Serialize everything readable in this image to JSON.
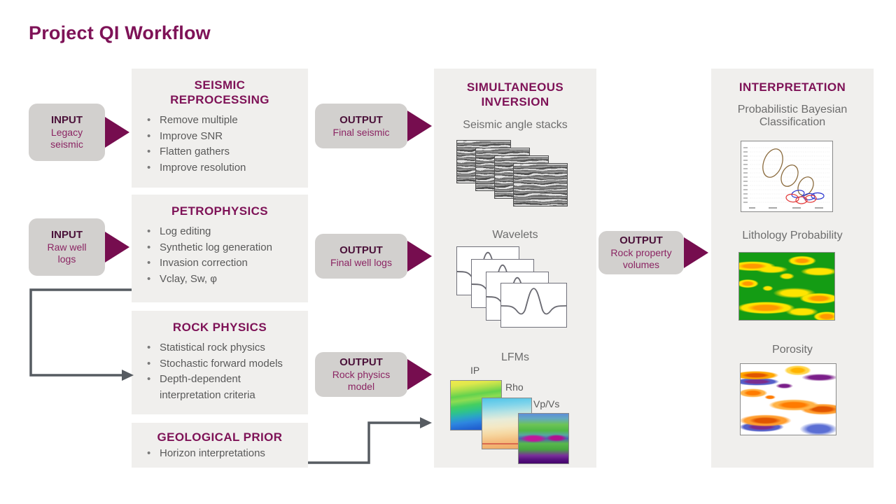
{
  "title": "Project QI Workflow",
  "colors": {
    "heading_magenta": "#7e1257",
    "arrow_magenta": "#760d4f",
    "io_box_gray": "#d2d0ce",
    "panel_gray": "#f0efed",
    "body_text_gray": "#595959",
    "image_label_gray": "#6d6d6d",
    "connector_gray": "#565b61"
  },
  "inputs": [
    {
      "label": "INPUT",
      "sub": "Legacy seismic"
    },
    {
      "label": "INPUT",
      "sub": "Raw well logs"
    }
  ],
  "process_boxes": [
    {
      "title": "SEISMIC REPROCESSING",
      "bullets": [
        "Remove multiple",
        "Improve SNR",
        "Flatten gathers",
        "Improve resolution"
      ]
    },
    {
      "title": "PETROPHYSICS",
      "bullets": [
        "Log editing",
        "Synthetic log generation",
        "Invasion correction",
        "Vclay, Sw, φ"
      ]
    },
    {
      "title": "ROCK PHYSICS",
      "bullets": [
        "Statistical rock physics",
        "Stochastic forward models",
        "Depth-dependent interpretation criteria"
      ]
    },
    {
      "title": "GEOLOGICAL PRIOR",
      "bullets": [
        "Horizon interpretations"
      ]
    }
  ],
  "outputs": [
    {
      "label": "OUTPUT",
      "sub": "Final seismic"
    },
    {
      "label": "OUTPUT",
      "sub": "Final well logs"
    },
    {
      "label": "OUTPUT",
      "sub": "Rock physics model"
    },
    {
      "label": "OUTPUT",
      "sub": "Rock property volumes"
    }
  ],
  "inversion_panel": {
    "title": "SIMULTANEOUS INVERSION",
    "angle_stacks_label": "Seismic angle stacks",
    "wavelets_label": "Wavelets",
    "lfms_label": "LFMs",
    "lfm_sublabels": [
      "IP",
      "Rho",
      "Vp/Vs"
    ]
  },
  "interpretation_panel": {
    "title": "INTERPRETATION",
    "bayesian_label": "Probabilistic Bayesian Classification",
    "lithology_label": "Lithology Probability",
    "porosity_label": "Porosity"
  }
}
